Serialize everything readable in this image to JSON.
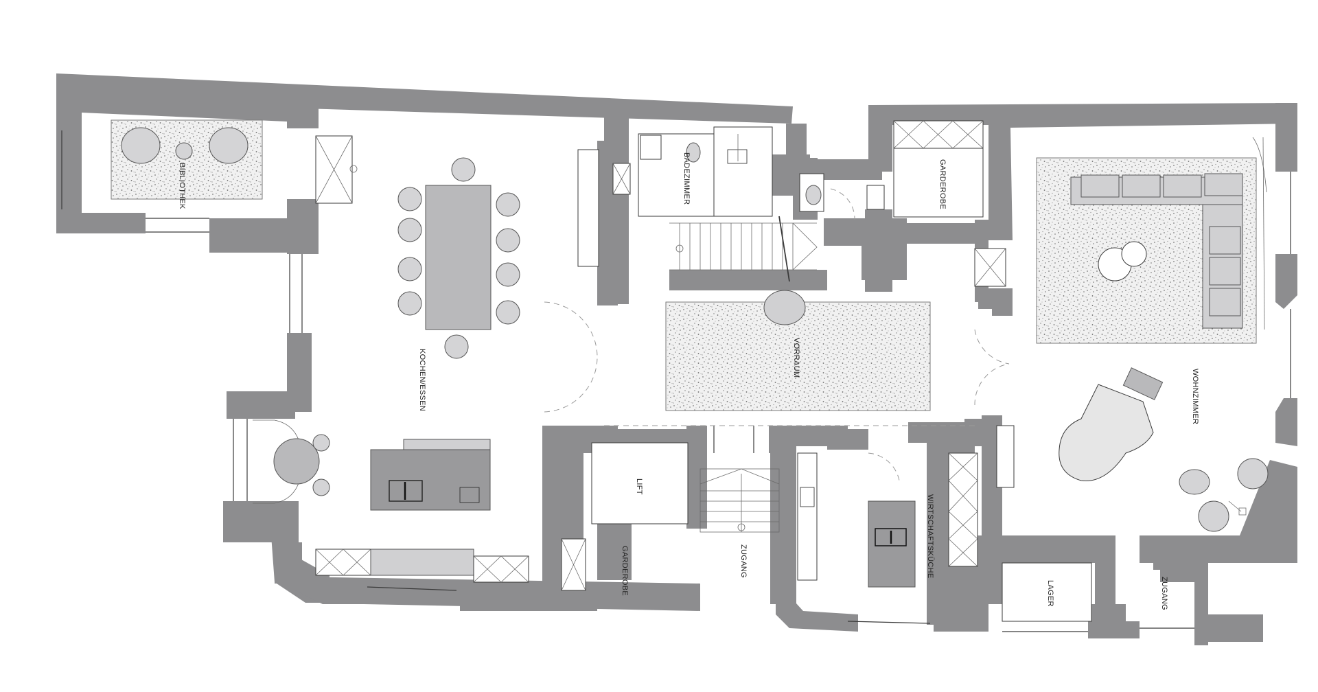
{
  "rooms": {
    "bibliothek": "BIBLIOTHEK",
    "kochen_essen": "KOCHEN/ESSEN",
    "badezimmer": "BADEZIMMER",
    "garderobe_top": "GARDEROBE",
    "vorraum": "VORRAUM",
    "wohnzimmer": "WOHNZIMMER",
    "lift": "LIFT",
    "garderobe_bottom": "GARDEROBE",
    "zugang_middle": "ZUGANG",
    "wirtschaftskueche": "WIRTSCHAFTSKÜCHE",
    "lager": "LAGER",
    "zugang_right": "ZUGANG"
  }
}
